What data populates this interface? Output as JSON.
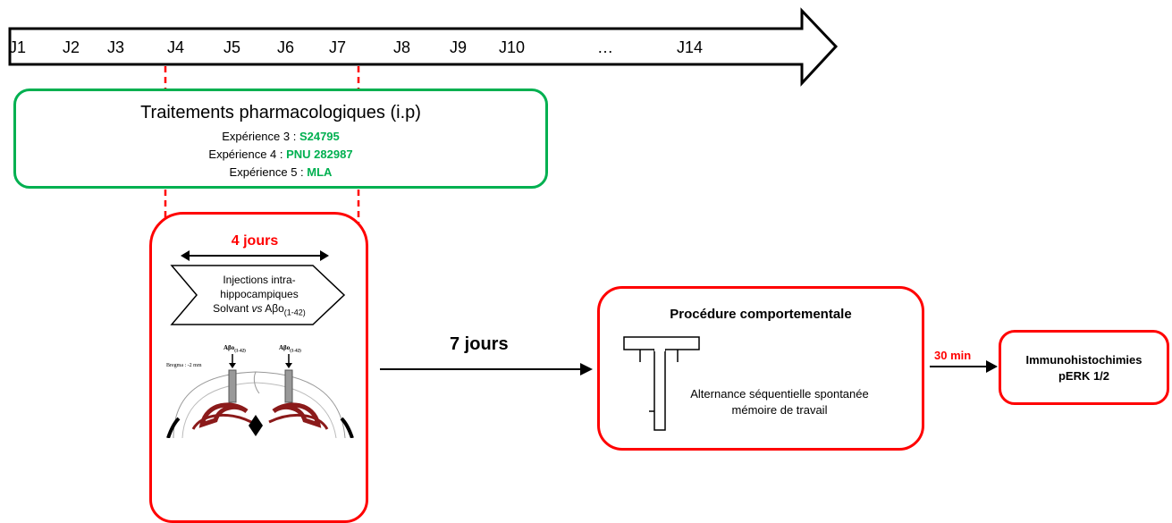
{
  "timeline": {
    "days": [
      "J1",
      "J2",
      "J3",
      "J4",
      "J5",
      "J6",
      "J7",
      "J8",
      "J9",
      "J10",
      "…",
      "J14"
    ]
  },
  "treatment": {
    "title": "Traitements pharmacologiques (i.p)",
    "experiments": [
      {
        "label": "Expérience 3 : ",
        "drug": "S24795"
      },
      {
        "label": "Expérience 4 : ",
        "drug": "PNU 282987"
      },
      {
        "label": "Expérience 5 : ",
        "drug": "MLA"
      }
    ],
    "border_color": "#00b050"
  },
  "injection": {
    "duration": "4 jours",
    "line1": "Injections intra-",
    "line2": "hippocampiques",
    "line3_pre": "Solvant ",
    "line3_vs": "vs",
    "line3_ab": " Aβo",
    "line3_sub": "(1-42)",
    "brain_label_left": "Aβo",
    "brain_label_left_sub": "(1-42)",
    "brain_label_right": "Aβo",
    "brain_label_right_sub": "(1-42)",
    "bregma": "Bregma : -2 mm",
    "border_color": "#ff0000"
  },
  "delay1": "7 jours",
  "behavior": {
    "title": "Procédure comportementale",
    "line1": "Alternance séquentielle spontanée",
    "line2": "mémoire de travail"
  },
  "delay2": "30 min",
  "final": {
    "line1": "Immunohistochimies",
    "line2": "pERK 1/2"
  }
}
